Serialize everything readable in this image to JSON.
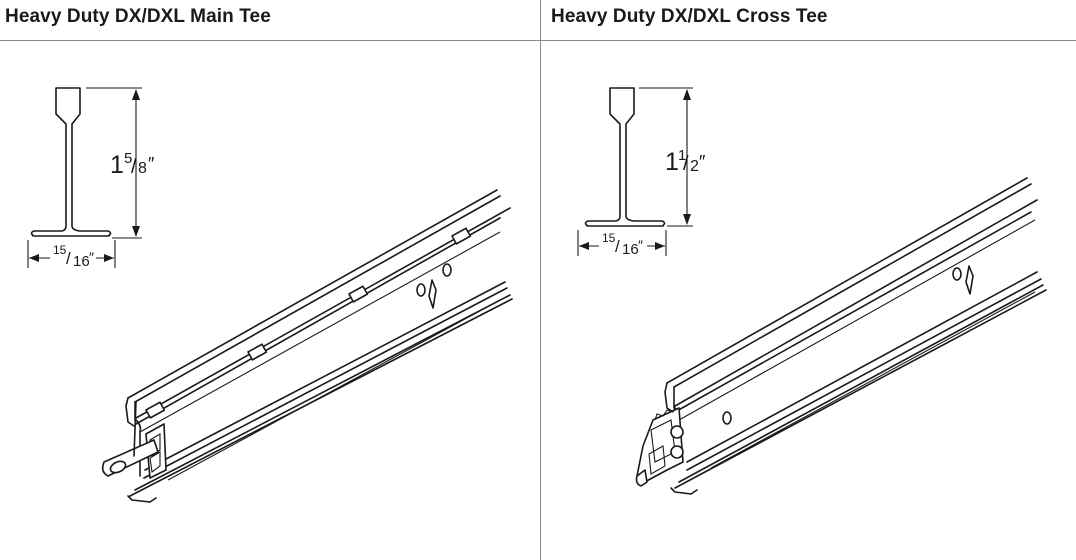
{
  "panels": {
    "main_tee": {
      "title": "Heavy Duty DX/DXL Main Tee",
      "height_whole": "1",
      "height_num": "5",
      "height_den": "8",
      "width_num": "15",
      "width_den": "16",
      "inch_mark": "″"
    },
    "cross_tee": {
      "title": "Heavy Duty DX/DXL Cross Tee",
      "height_whole": "1",
      "height_num": "1",
      "height_den": "2",
      "width_num": "15",
      "width_den": "16",
      "inch_mark": "″"
    }
  },
  "colors": {
    "line": "#1a1a1a",
    "rule": "#8a8a8a",
    "background": "#ffffff"
  }
}
